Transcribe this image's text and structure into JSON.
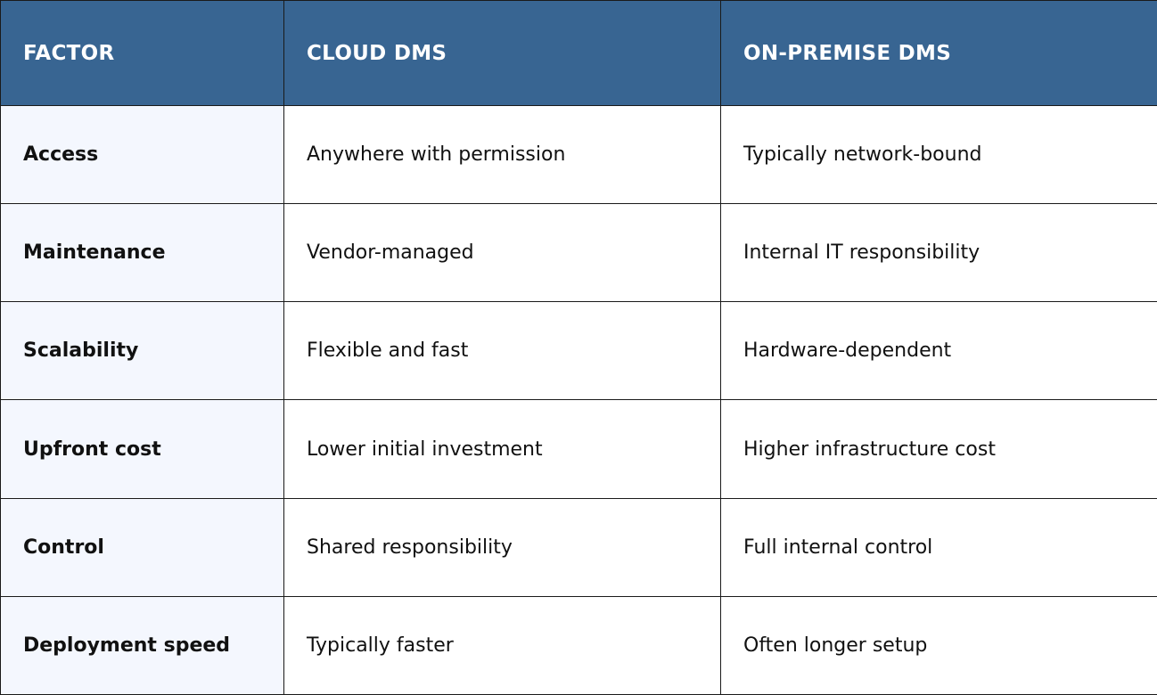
{
  "colors": {
    "header_bg": "#386592",
    "header_text": "#ffffff",
    "factor_col_bg": "#f4f7fe",
    "cell_bg": "#ffffff",
    "border": "#1a1a1a",
    "text": "#111111"
  },
  "table": {
    "headers": [
      "FACTOR",
      "CLOUD DMS",
      "ON-PREMISE DMS"
    ],
    "rows": [
      {
        "factor": "Access",
        "cloud": "Anywhere with permission",
        "onprem": "Typically network-bound"
      },
      {
        "factor": "Maintenance",
        "cloud": "Vendor-managed",
        "onprem": "Internal IT responsibility"
      },
      {
        "factor": "Scalability",
        "cloud": "Flexible and fast",
        "onprem": "Hardware-dependent"
      },
      {
        "factor": "Upfront cost",
        "cloud": "Lower initial investment",
        "onprem": "Higher infrastructure cost"
      },
      {
        "factor": "Control",
        "cloud": "Shared responsibility",
        "onprem": "Full internal control"
      },
      {
        "factor": "Deployment speed",
        "cloud": "Typically faster",
        "onprem": "Often longer setup"
      }
    ]
  }
}
